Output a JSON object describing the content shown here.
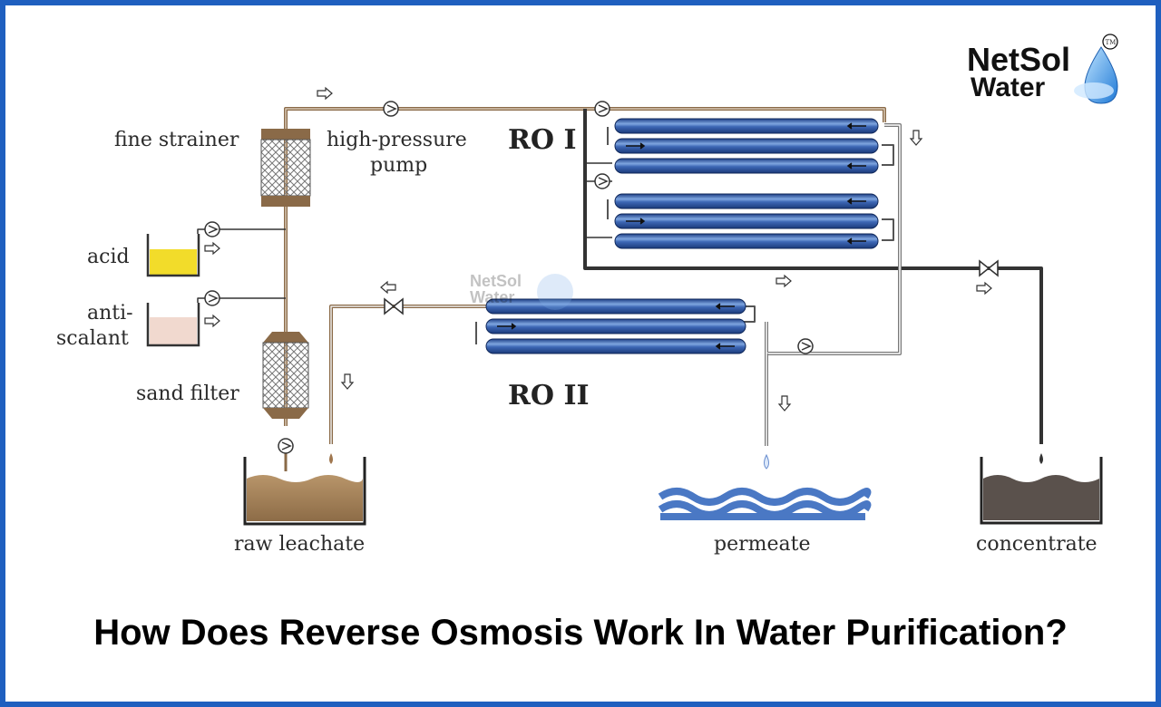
{
  "brand": {
    "name_line1": "NetSol",
    "name_line2": "Water",
    "trademark": "TM",
    "watermark_line1": "NetSol",
    "watermark_line2": "Water"
  },
  "labels": {
    "fine_strainer": "fine strainer",
    "high_pressure_pump_line1": "high-pressure",
    "high_pressure_pump_line2": "pump",
    "ro1": "RO I",
    "ro2": "RO II",
    "acid": "acid",
    "antiscalant_line1": "anti-",
    "antiscalant_line2": "scalant",
    "sand_filter": "sand filter",
    "raw_leachate": "raw leachate",
    "permeate": "permeate",
    "concentrate": "concentrate"
  },
  "colors": {
    "frame": "#1f5fbf",
    "pipe_brown": "#8a6a48",
    "pipe_dark": "#333333",
    "membrane_blue": "#2f5aa8",
    "acid_fill": "#f2dc2a",
    "antiscalant_fill": "#f1d9cf",
    "leachate_fill": "#c9a57c",
    "concentrate_fill": "#5a514c",
    "permeate_wave": "#4a78c4"
  },
  "title": "How Does Reverse Osmosis Work In Water Purification?"
}
